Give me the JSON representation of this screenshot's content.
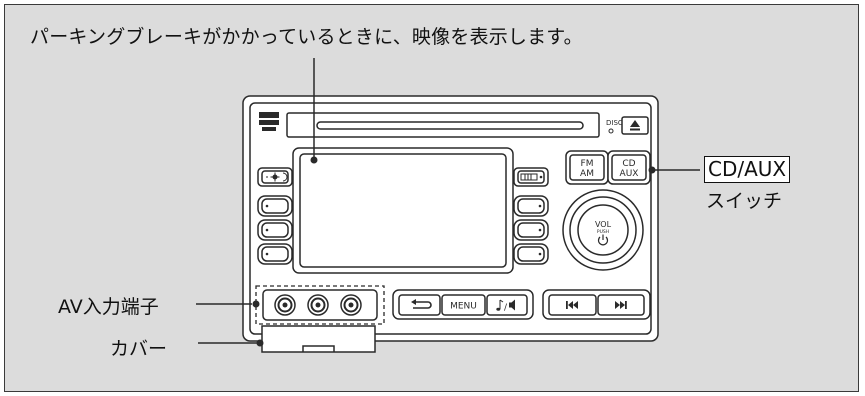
{
  "caption": "パーキングブレーキがかかっているときに、映像を表示します。",
  "labels": {
    "cd_aux_switch_top": "CD/AUX",
    "cd_aux_switch_bottom": "スイッチ",
    "av_input": "AV入力端子",
    "cover": "カバー"
  },
  "unit": {
    "disc_label": "DISC",
    "eject_icon": "eject-icon",
    "fm_label": "FM",
    "am_label": "AM",
    "cd_label": "CD",
    "aux_label": "AUX",
    "vol_label": "VOL",
    "push_label": "PUSH",
    "power_icon": "power-icon",
    "menu_label": "MENU",
    "back_icon": "return-arrow-icon",
    "audio_icon": "music-note-speaker-icon",
    "prev_icon": "skip-back-icon",
    "next_icon": "skip-forward-icon",
    "brightness_icon": "brightness-icon",
    "camera_icon": "camera-icon"
  },
  "colors": {
    "background": "#dcdcdc",
    "line": "#2a2a2a",
    "panel": "#ffffff"
  }
}
